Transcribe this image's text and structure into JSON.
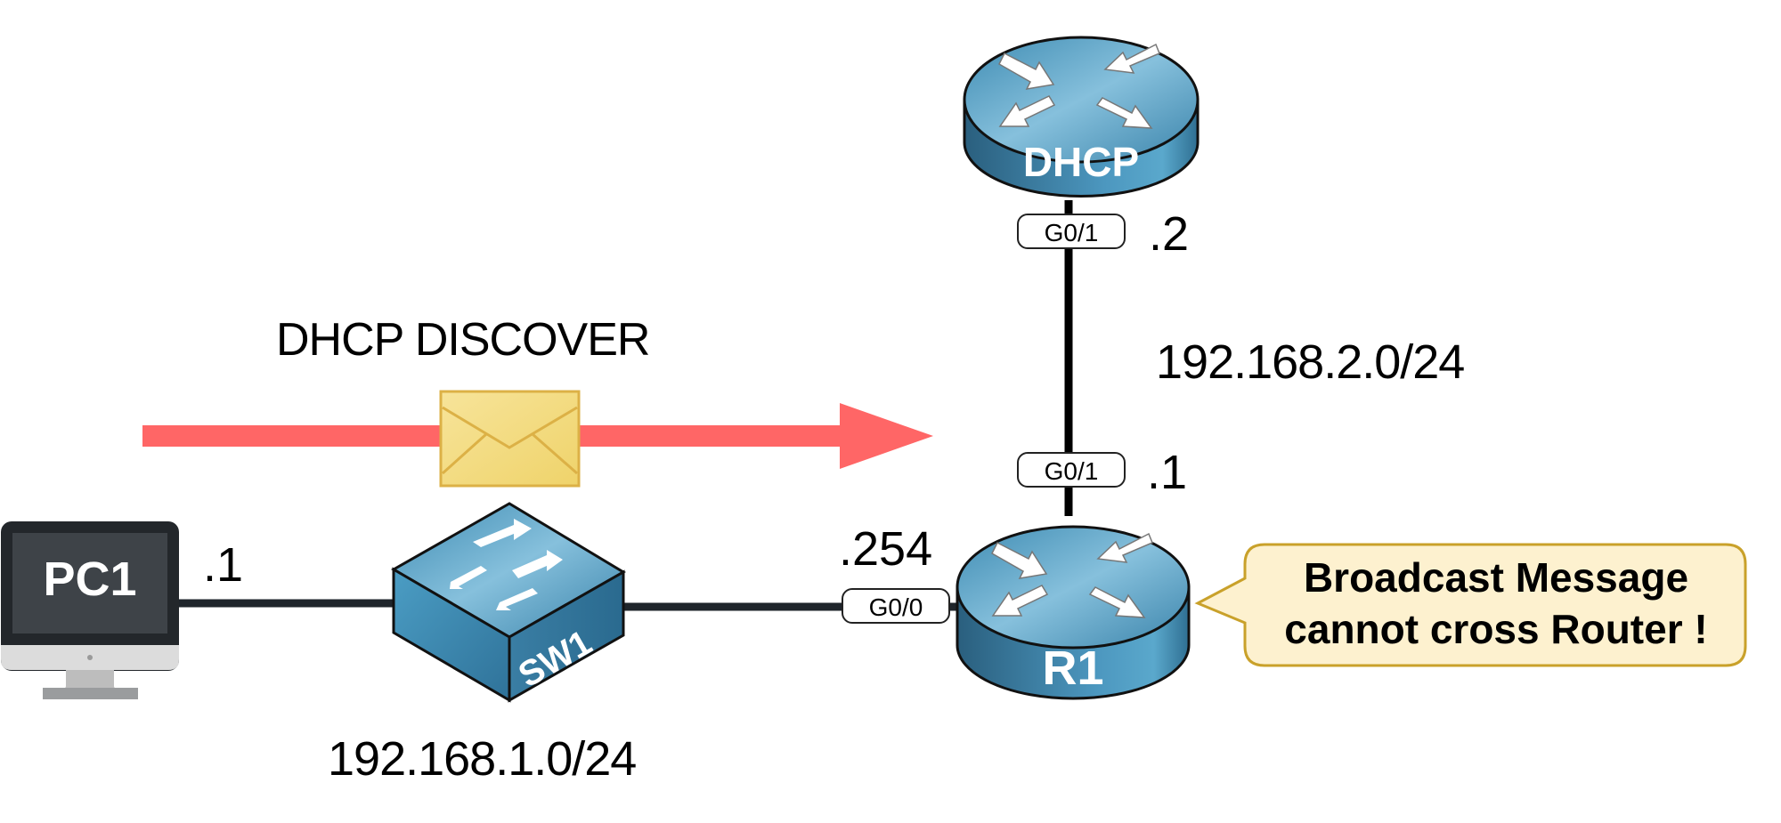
{
  "title": "DHCP Discover broadcast blocked at router",
  "devices": {
    "pc": {
      "name": "PC1",
      "ip_suffix": ".1"
    },
    "switch": {
      "name": "SW1"
    },
    "router": {
      "name": "R1"
    },
    "dhcp_server": {
      "name": "DHCP",
      "ip_suffix": ".2"
    }
  },
  "interfaces": {
    "r1_g0_0": {
      "label": "G0/0",
      "ip_suffix": ".254"
    },
    "r1_g0_1": {
      "label": "G0/1",
      "ip_suffix": ".1"
    },
    "dhcp_g0_1": {
      "label": "G0/1"
    }
  },
  "networks": {
    "lan": "192.168.1.0/24",
    "wan": "192.168.2.0/24"
  },
  "message": {
    "label": "DHCP DISCOVER",
    "arrow_color": "#ff6666",
    "envelope_color": "#f2d675"
  },
  "callout": {
    "line1": "Broadcast Message",
    "line2": "cannot cross Router !",
    "fill": "#fdf1cf",
    "border": "#c9a12a"
  },
  "colors": {
    "device_blue": "#3b86ad",
    "link": "#1f252b"
  }
}
